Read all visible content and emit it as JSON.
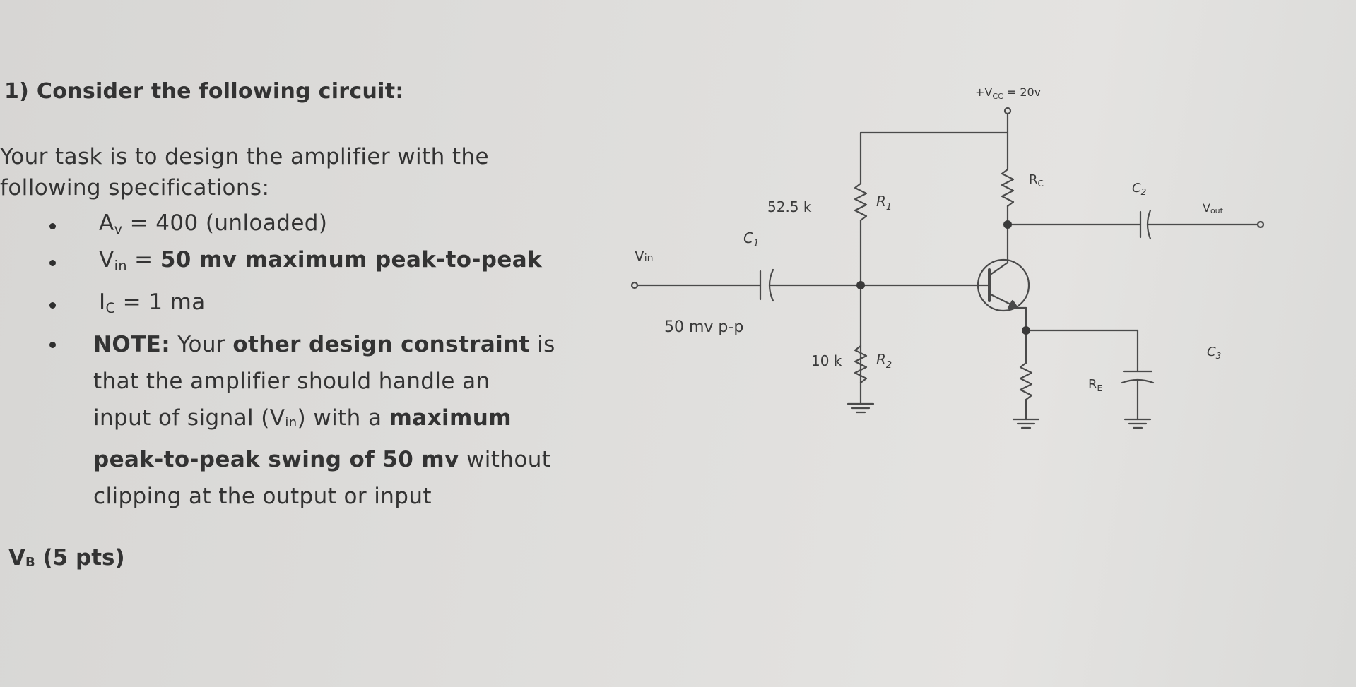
{
  "question": {
    "title": "1) Consider the following circuit:",
    "task_line1": "Your task is to design the amplifier with the",
    "task_line2": "following specifications:",
    "spec1": {
      "prefix": "A",
      "sub": "v",
      "text": " = 400 (unloaded)"
    },
    "spec2": {
      "prefix": "V",
      "sub": "in",
      "eq": " = ",
      "text": "50 mv maximum peak-to-peak"
    },
    "spec3": {
      "prefix": "I",
      "sub": "C",
      "text": " = 1 ma"
    },
    "note": {
      "label": "NOTE:",
      "p1": " Your ",
      "b1": "other design constraint",
      "p2": " is",
      "line2": "that the amplifier should handle an",
      "p3": "input of signal (V",
      "p3_sub": "in",
      "p4": ") with a ",
      "b2": "maximum",
      "b3": "peak-to-peak swing of 50 mv",
      "p5": " without",
      "line5": "clipping at the output or input"
    },
    "vb": {
      "prefix": "V",
      "sub": "B",
      "text": " (5 pts)"
    }
  },
  "circuit": {
    "vcc": "+V",
    "vcc_sub": "CC",
    "vcc_val": " = 20v",
    "r1_value": "52.5 k",
    "r1_name": "R",
    "r1_sub": "1",
    "r2_value": "10 k",
    "r2_name": "R",
    "r2_sub": "2",
    "rc_name": "R",
    "rc_sub": "C",
    "re_name": "R",
    "re_sub": "E",
    "c1_name": "C",
    "c1_sub": "1",
    "c2_name": "C",
    "c2_sub": "2",
    "c3_name": "C",
    "c3_sub": "3",
    "vin_label": "V",
    "vin_sub": "in",
    "vin_amp": "50 mv p-p",
    "vout_label": "V",
    "vout_sub": "out"
  }
}
